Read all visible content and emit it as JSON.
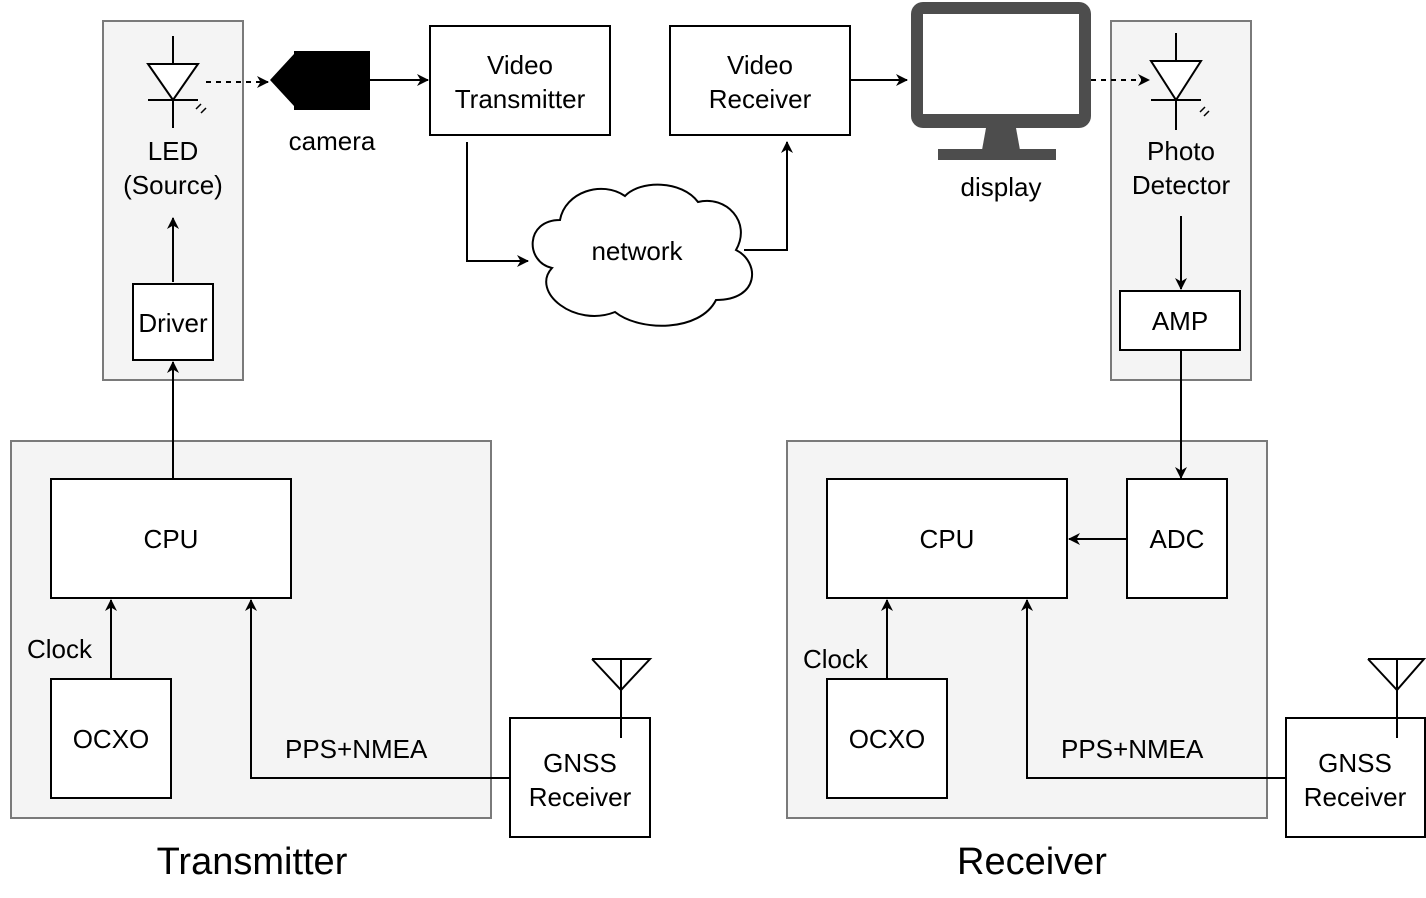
{
  "colors": {
    "group_fill": "#f4f4f4",
    "group_stroke": "#7a7a7a",
    "line": "#000000",
    "display": "#4d4d4d"
  },
  "icons": {
    "led": "led-diode-icon",
    "photo_detector": "photodiode-icon",
    "camera": "camera-icon",
    "display": "monitor-icon",
    "network": "cloud-icon",
    "antenna": "antenna-icon"
  },
  "source": {
    "led_line1": "LED",
    "led_line2": "(Source)",
    "driver": "Driver",
    "camera": "camera"
  },
  "video": {
    "transmitter_line1": "Video",
    "transmitter_line2": "Transmitter",
    "receiver_line1": "Video",
    "receiver_line2": "Receiver",
    "network": "network",
    "display": "display"
  },
  "detector": {
    "line1": "Photo",
    "line2": "Detector",
    "amp": "AMP",
    "adc": "ADC"
  },
  "transmitter": {
    "title": "Transmitter",
    "cpu": "CPU",
    "clock": "Clock",
    "ocxo": "OCXO",
    "pps": "PPS+NMEA",
    "gnss_line1": "GNSS",
    "gnss_line2": "Receiver"
  },
  "receiver": {
    "title": "Receiver",
    "cpu": "CPU",
    "clock": "Clock",
    "ocxo": "OCXO",
    "pps": "PPS+NMEA",
    "gnss_line1": "GNSS",
    "gnss_line2": "Receiver"
  }
}
